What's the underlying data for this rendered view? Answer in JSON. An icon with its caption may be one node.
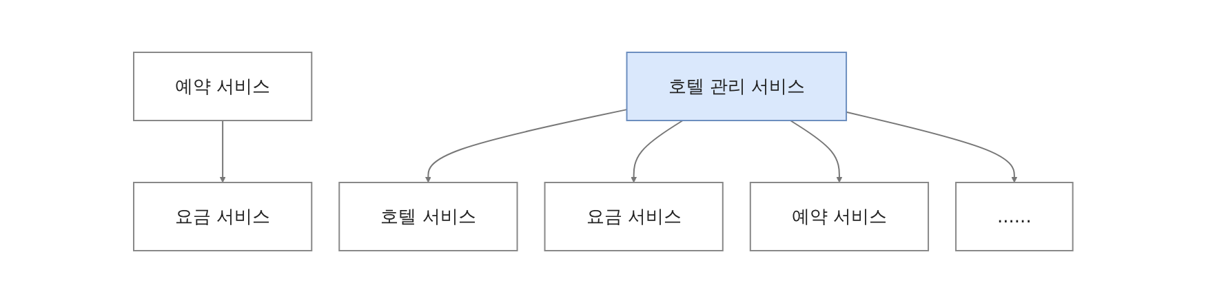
{
  "diagram": {
    "nodes": [
      {
        "text": [
          "예약 서비스"
        ]
      },
      {
        "text": [
          "요금 서비스"
        ]
      },
      {
        "text": [
          "호텔 관리 서비스"
        ]
      },
      {
        "text": [
          "호텔 서비스"
        ]
      },
      {
        "text": [
          "요금 서비스"
        ]
      },
      {
        "text": [
          "예약 서비스"
        ]
      },
      {
        "text": [
          "......"
        ]
      }
    ],
    "edges": [
      {
        "from": 0,
        "to": 1,
        "arrow": "to"
      },
      {
        "from": 2,
        "to": 3,
        "arrow": "to"
      },
      {
        "from": 2,
        "to": 4,
        "arrow": "to"
      },
      {
        "from": 2,
        "to": 5,
        "arrow": "to"
      },
      {
        "from": 2,
        "to": 6,
        "arrow": "to"
      }
    ]
  }
}
